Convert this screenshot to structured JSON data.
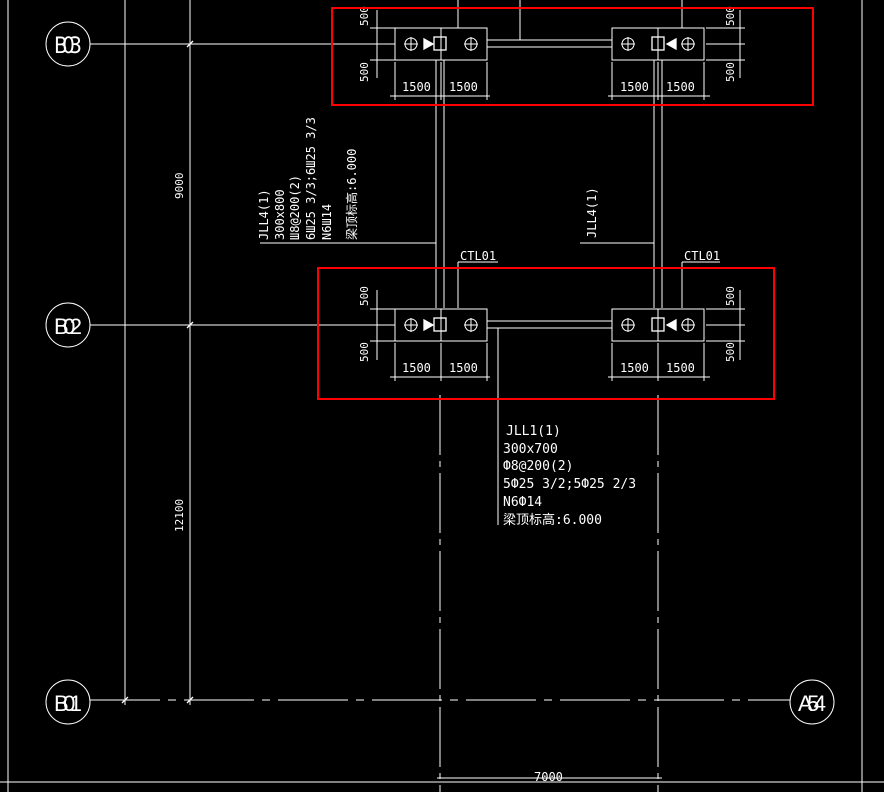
{
  "colors": {
    "background": "#000000",
    "line": "#ffffff",
    "highlight": "#ff0000"
  },
  "grid_labels": {
    "b03": "B03",
    "b02": "B02",
    "b01": "B01",
    "a54": "A54"
  },
  "dimensions": {
    "vertical_9000": "9000",
    "vertical_12100": "12100",
    "bottom_7000": "7000",
    "d500": "500",
    "d1500": "1500"
  },
  "cap_labels": {
    "ctl01": "CTL01"
  },
  "beam_jll4_left": {
    "line1": "JLL4(1)",
    "line2": "300x800",
    "line3": "Ш8@200(2)",
    "line4": "6Ш25 3/3;6Ш25 3/3",
    "line5": "N6Ш14",
    "line6": "梁顶标高:6.000"
  },
  "beam_jll4_right": {
    "line1": "JLL4(1)"
  },
  "beam_jll1": {
    "line1": "JLL1(1)",
    "line2": "300x700",
    "line3": "Ф8@200(2)",
    "line4": "5Ф25 3/2;5Ф25 2/3",
    "line5": "N6Ф14",
    "line6": "梁顶标高:6.000"
  }
}
